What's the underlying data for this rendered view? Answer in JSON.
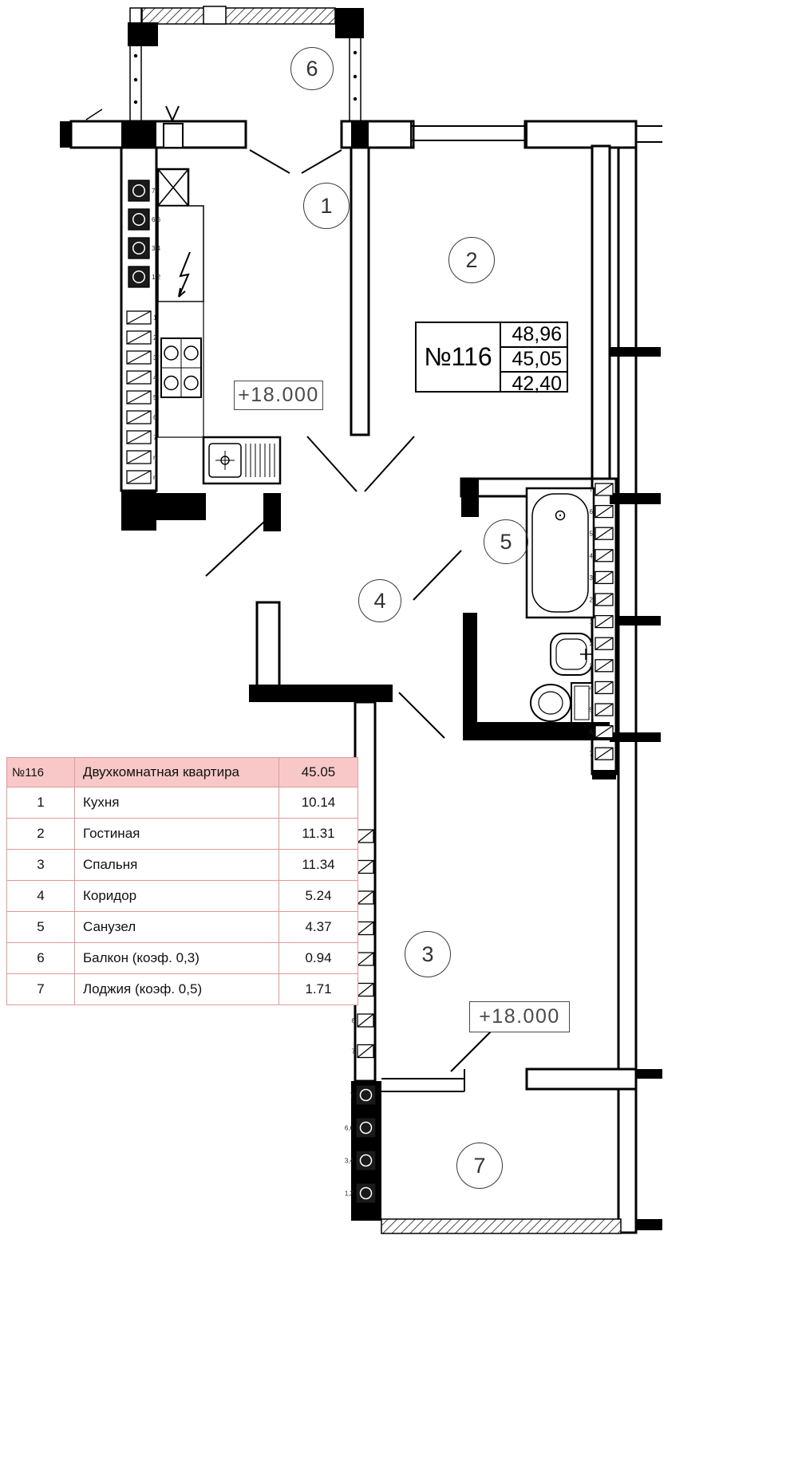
{
  "plan": {
    "apartment_box": {
      "number": "№116",
      "values": [
        "48,96",
        "45,05",
        "42,40"
      ]
    },
    "elevation_marks": [
      "+18.000",
      "+18.000"
    ],
    "room_circles": [
      "1",
      "2",
      "3",
      "4",
      "5",
      "6",
      "7"
    ]
  },
  "risers": {
    "kitchen_top": [
      "7",
      "6,6",
      "3,4",
      "1,2"
    ],
    "kitchen": [
      "1",
      "2",
      "3",
      "4",
      "5",
      "6",
      "7",
      "n",
      "n"
    ],
    "bathroom": [
      "7",
      "6",
      "5",
      "4",
      "3",
      "2",
      "1",
      "2",
      "3",
      "4",
      "5",
      "6",
      "7"
    ],
    "bedroom": [
      "n",
      "1",
      "2",
      "3",
      "4",
      "5",
      "6",
      "7"
    ],
    "loggia": [
      "7",
      "6,6",
      "3,4",
      "1,2"
    ]
  },
  "table": {
    "header": {
      "num": "№116",
      "name": "Двухкомнатная квартира",
      "area": "45.05"
    },
    "rows": [
      {
        "num": "1",
        "name": "Кухня",
        "area": "10.14"
      },
      {
        "num": "2",
        "name": "Гостиная",
        "area": "11.31"
      },
      {
        "num": "3",
        "name": "Спальня",
        "area": "11.34"
      },
      {
        "num": "4",
        "name": "Коридор",
        "area": "5.24"
      },
      {
        "num": "5",
        "name": "Санузел",
        "area": "4.37"
      },
      {
        "num": "6",
        "name": "Балкон (коэф. 0,3)",
        "area": "0.94"
      },
      {
        "num": "7",
        "name": "Лоджия (коэф. 0,5)",
        "area": "1.71"
      }
    ]
  },
  "colors": {
    "table_header_bg": "#f8c8c8",
    "table_border": "#e09999",
    "line": "#000000"
  }
}
